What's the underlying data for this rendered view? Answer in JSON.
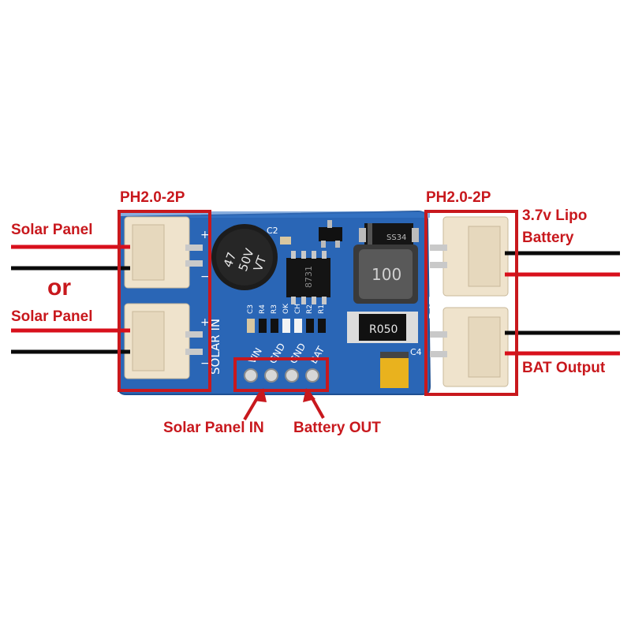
{
  "labels": {
    "connector_type_left": "PH2.0-2P",
    "connector_type_right": "PH2.0-2P",
    "solar_panel_1": "Solar Panel",
    "or": "or",
    "solar_panel_2": "Solar Panel",
    "lipo_line1": "3.7v Lipo",
    "lipo_line2": "Battery",
    "bat_output": "BAT Output",
    "solar_panel_in": "Solar Panel IN",
    "battery_out": "Battery OUT"
  },
  "board": {
    "silk_solar_in": "SOLAR IN",
    "silk_bat": "BAT",
    "header_pins": [
      "VIN",
      "GND",
      "GND",
      "BAT"
    ],
    "designators": [
      "C3",
      "R4",
      "R3",
      "OK",
      "CH",
      "R2",
      "R1"
    ],
    "cap_c2": "C2",
    "cap_c4": "C4",
    "electrolytic_cap": [
      "47",
      "50V",
      "VT"
    ],
    "inductor": "100",
    "shunt_resistor": "R050",
    "diode": "SS34",
    "ic_text": "8731",
    "plus": "+",
    "minus": "−"
  },
  "colors": {
    "pcb": "#2a66b6",
    "annotation": "#c8181d",
    "connector": "#efe3cc",
    "wire_red": "#d8101c",
    "wire_black": "#0a0a0a"
  }
}
